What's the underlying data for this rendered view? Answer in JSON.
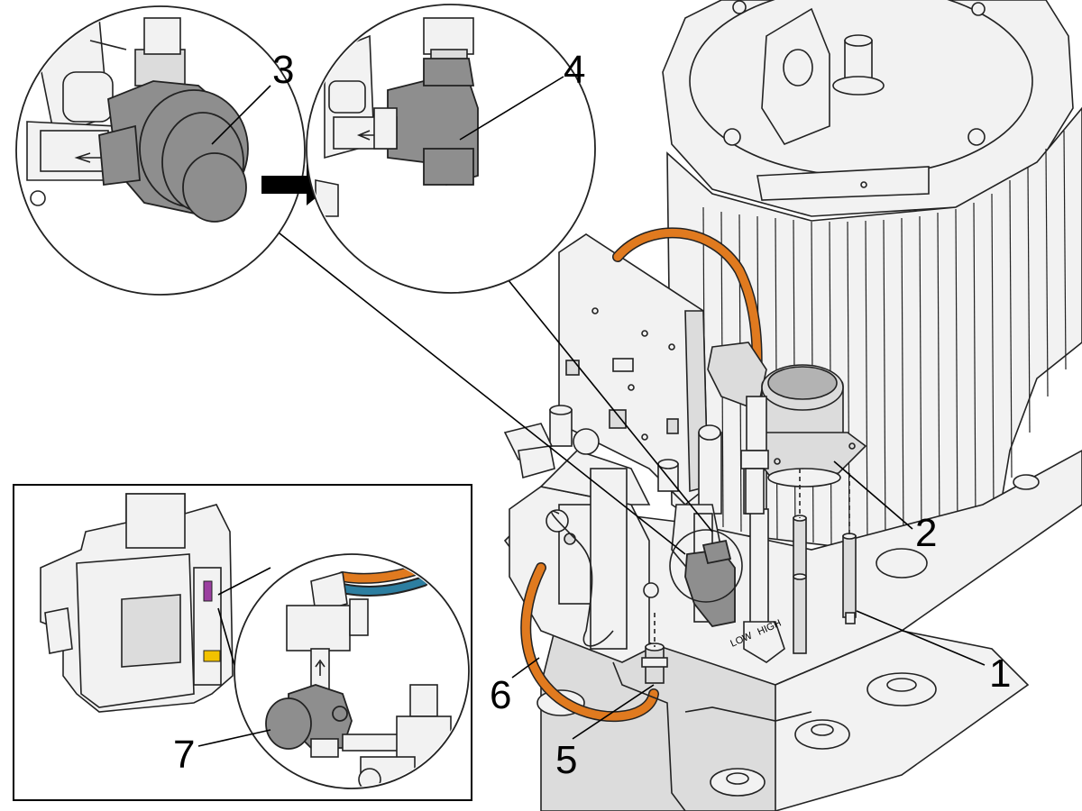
{
  "callouts": {
    "c1": "1",
    "c2": "2",
    "c3": "3",
    "c4": "4",
    "c5": "5",
    "c6": "6",
    "c7": "7"
  },
  "motor_label": {
    "low": "LOW",
    "high": "HIGH"
  },
  "colors": {
    "hose_orange": "#e07a1f",
    "hose_blue": "#2d7ea0",
    "valve_gray": "#8e8e8e",
    "accent_yellow": "#f2c200",
    "accent_purple": "#9b3fa0"
  }
}
